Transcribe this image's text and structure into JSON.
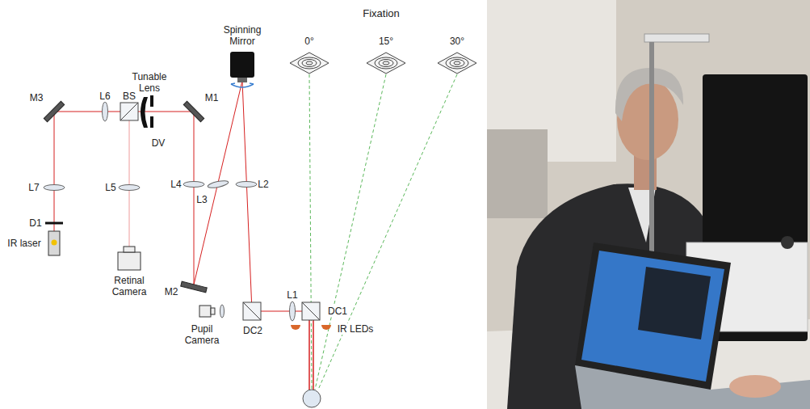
{
  "diagram": {
    "labels": [
      "Fixation",
      "0°",
      "15°",
      "30°",
      "Spinning Mirror",
      "Tunable Lens",
      "M3",
      "L6",
      "BS",
      "M1",
      "DV",
      "L7",
      "L5",
      "L4",
      "L3",
      "L2",
      "D1",
      "IR laser",
      "Retinal Camera",
      "M2",
      "Pupil Camera",
      "DC2",
      "L1",
      "DC1",
      "IR LEDs"
    ]
  }
}
